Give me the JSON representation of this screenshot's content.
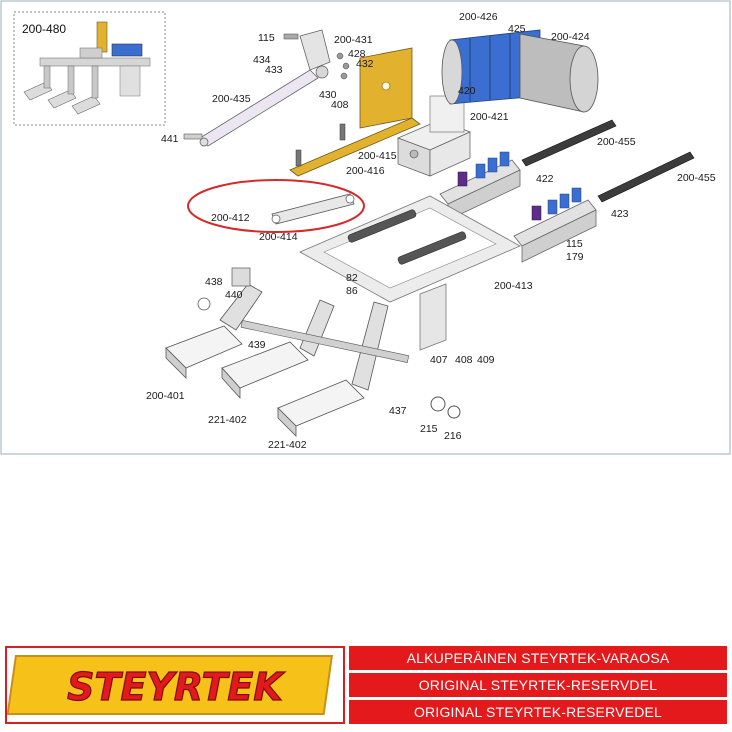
{
  "inset": {
    "label": "200-480"
  },
  "parts": [
    {
      "id": "p115a",
      "text": "115"
    },
    {
      "id": "p200-431",
      "text": "200-431"
    },
    {
      "id": "p434",
      "text": "434"
    },
    {
      "id": "p433",
      "text": "433"
    },
    {
      "id": "p428",
      "text": "428"
    },
    {
      "id": "p432",
      "text": "432"
    },
    {
      "id": "p430",
      "text": "430"
    },
    {
      "id": "p408a",
      "text": "408"
    },
    {
      "id": "p200-435",
      "text": "200-435"
    },
    {
      "id": "p441",
      "text": "441"
    },
    {
      "id": "p200-426",
      "text": "200-426"
    },
    {
      "id": "p425",
      "text": "425"
    },
    {
      "id": "p200-424",
      "text": "200-424"
    },
    {
      "id": "p420",
      "text": "420"
    },
    {
      "id": "p200-421",
      "text": "200-421"
    },
    {
      "id": "p200-415",
      "text": "200-415"
    },
    {
      "id": "p200-416",
      "text": "200-416"
    },
    {
      "id": "p200-455a",
      "text": "200-455"
    },
    {
      "id": "p200-455b",
      "text": "200-455"
    },
    {
      "id": "p422",
      "text": "422"
    },
    {
      "id": "p423",
      "text": "423"
    },
    {
      "id": "p115b",
      "text": "115"
    },
    {
      "id": "p179",
      "text": "179"
    },
    {
      "id": "p200-412",
      "text": "200-412"
    },
    {
      "id": "p200-414",
      "text": "200-414"
    },
    {
      "id": "p438",
      "text": "438"
    },
    {
      "id": "p440",
      "text": "440"
    },
    {
      "id": "p82",
      "text": "82"
    },
    {
      "id": "p86",
      "text": "86"
    },
    {
      "id": "p200-413",
      "text": "200-413"
    },
    {
      "id": "p439",
      "text": "439"
    },
    {
      "id": "p407",
      "text": "407"
    },
    {
      "id": "p408b",
      "text": "408"
    },
    {
      "id": "p409",
      "text": "409"
    },
    {
      "id": "p200-401",
      "text": "200-401"
    },
    {
      "id": "p221-402a",
      "text": "221-402"
    },
    {
      "id": "p437",
      "text": "437"
    },
    {
      "id": "p215",
      "text": "215"
    },
    {
      "id": "p216",
      "text": "216"
    },
    {
      "id": "p221-402b",
      "text": "221-402"
    }
  ],
  "footer": {
    "logo_text": "STEYRTEK",
    "line1": "ALKUPERÄINEN STEYRTEK-VARAOSA",
    "line2": "ORIGINAL STEYRTEK-RESERVDEL",
    "line3": "ORIGINAL STEYRTEK-RESERVEDEL"
  },
  "colors": {
    "highlight_ring": "#d42a2a",
    "banner_red": "#e3191c",
    "logo_yellow": "#f6c21a",
    "bracket_gold": "#e2b12e",
    "motor_blue": "#3a6fd1"
  }
}
